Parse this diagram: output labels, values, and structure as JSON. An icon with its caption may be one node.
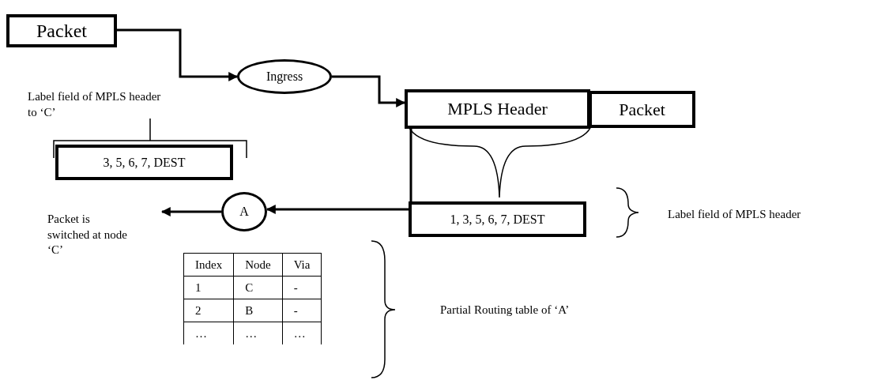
{
  "diagram": {
    "nodes": [
      {
        "text": [
          "Packet"
        ]
      },
      {
        "text": [
          "Ingress"
        ]
      },
      {
        "text": [
          "MPLS Header"
        ]
      },
      {
        "text": [
          "Packet"
        ]
      },
      {
        "text": [
          "1, 3, 5, 6, 7, DEST"
        ]
      },
      {
        "text": [
          "A"
        ]
      },
      {
        "text": [
          "3, 5, 6, 7, DEST"
        ]
      },
      {
        "text": [
          "Packet is switched at node ‘C’"
        ]
      }
    ],
    "edges": [
      {
        "from": 0,
        "to": 1,
        "arrow": "to"
      },
      {
        "from": 1,
        "to": 2,
        "arrow": "to"
      },
      {
        "from": 2,
        "to": 5,
        "arrow": "to"
      },
      {
        "from": 5,
        "to": 7,
        "arrow": "to"
      }
    ],
    "labels": [
      "Label field of MPLS header to ‘C’",
      "Label field of MPLS header",
      "Index",
      "Node",
      "Via",
      "1",
      "C",
      "-",
      "2",
      "B",
      "-",
      "…",
      "…",
      "…",
      "Partial Routing table of ‘A’"
    ]
  }
}
